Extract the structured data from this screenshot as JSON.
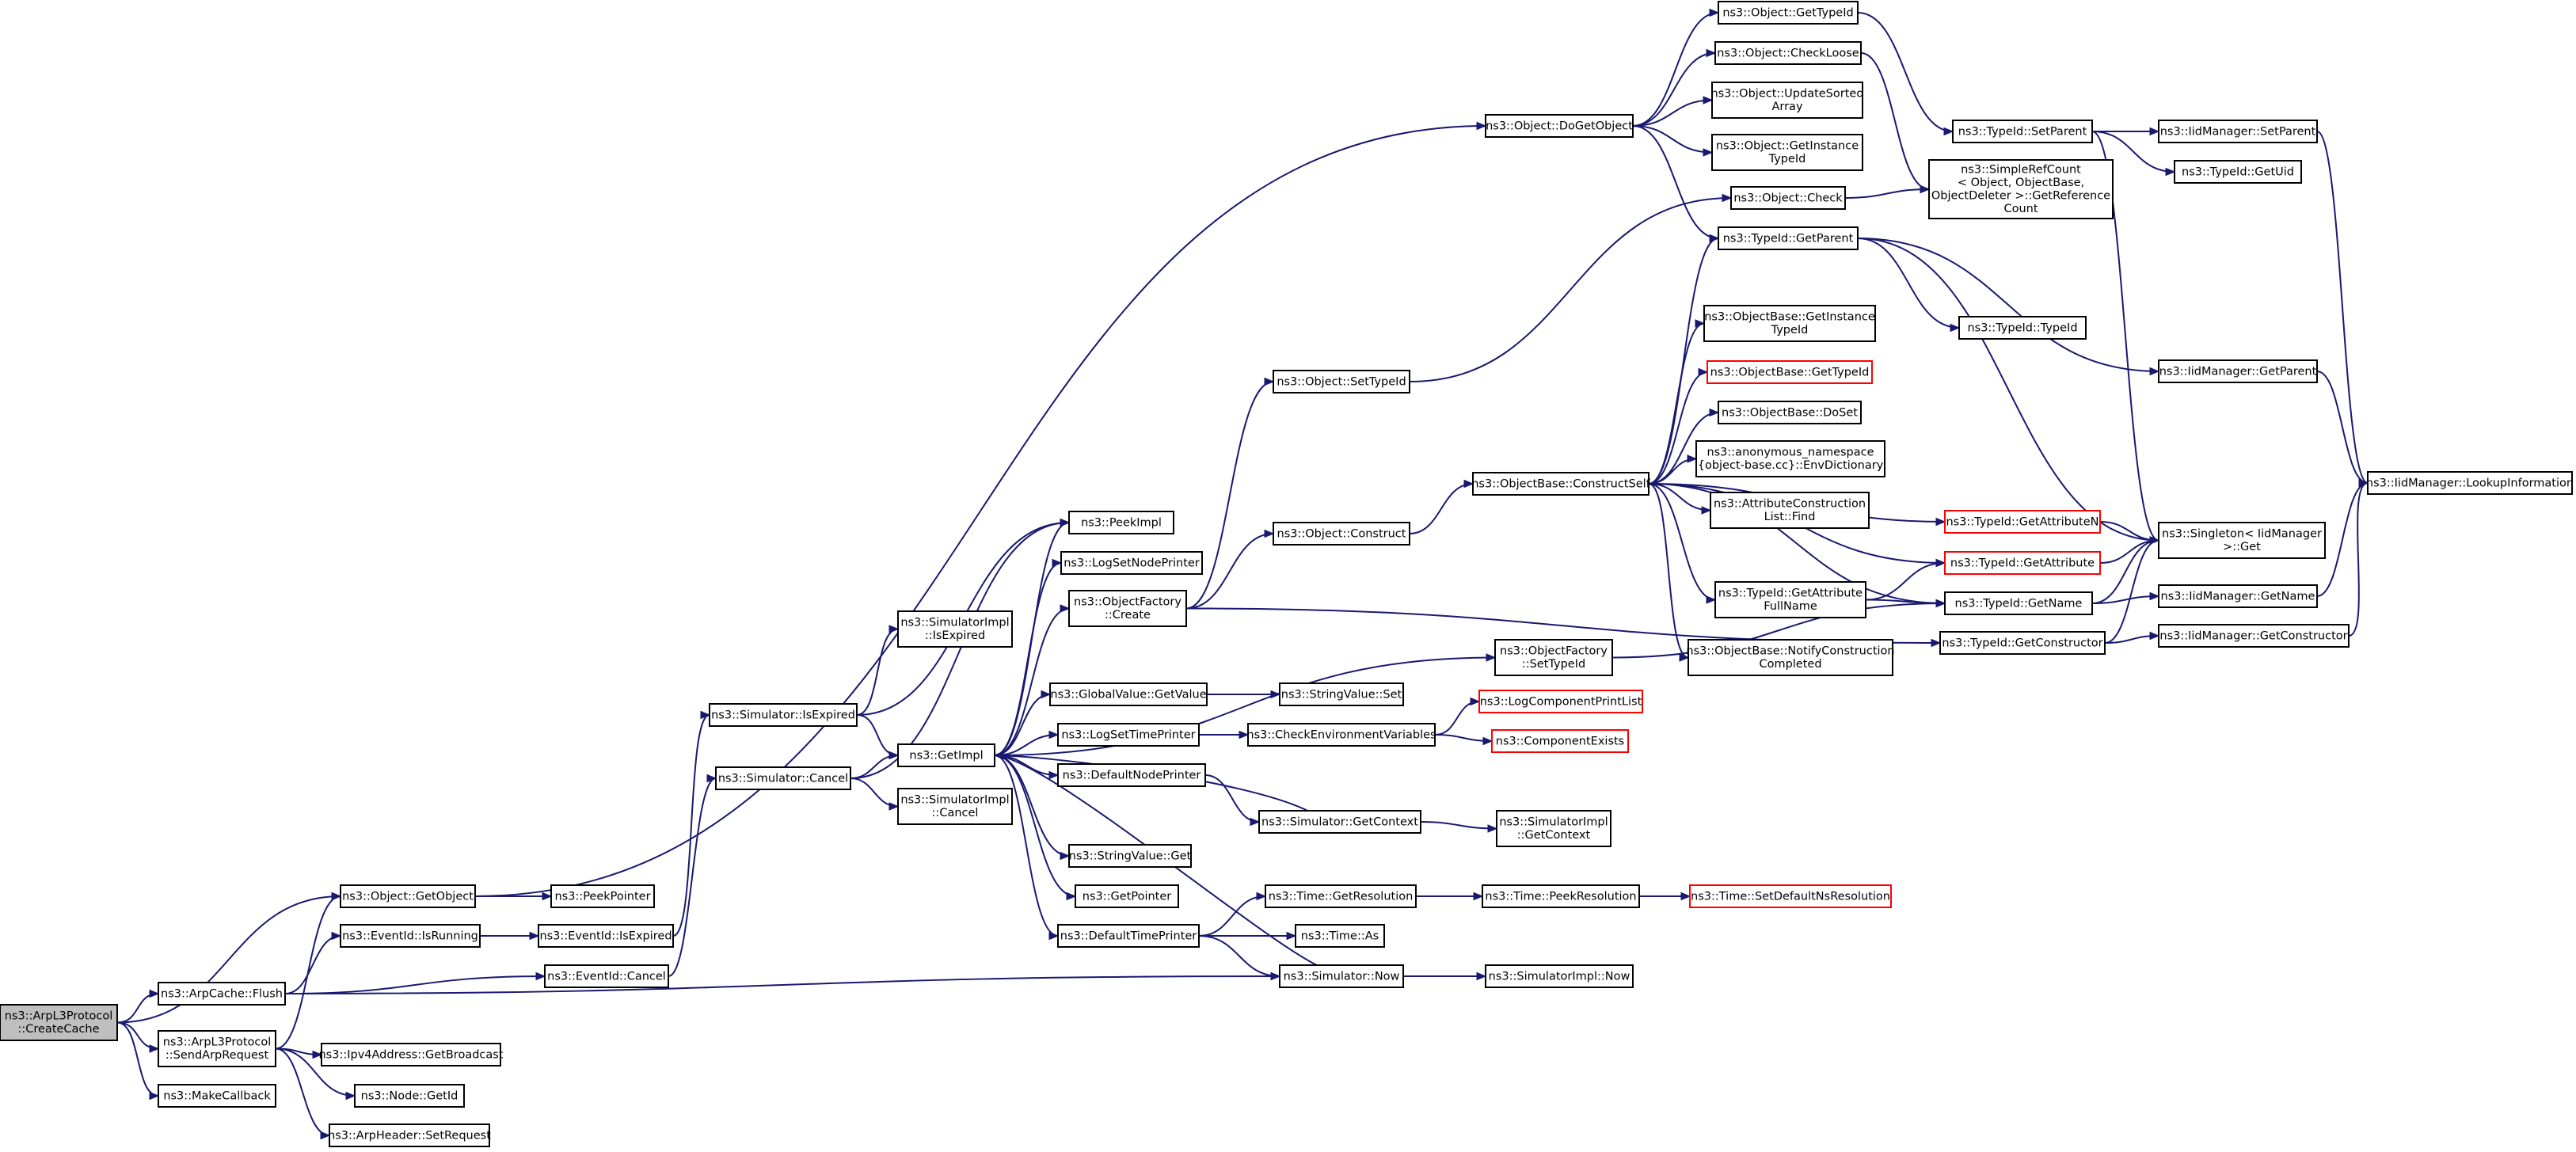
{
  "nodes": [
    {
      "id": "createcache",
      "lines": [
        "ns3::ArpL3Protocol",
        "::CreateCache"
      ],
      "style": "root"
    },
    {
      "id": "arpcache_flush",
      "lines": [
        "ns3::ArpCache::Flush"
      ],
      "style": "normal"
    },
    {
      "id": "sendarprequest",
      "lines": [
        "ns3::ArpL3Protocol",
        "::SendArpRequest"
      ],
      "style": "normal"
    },
    {
      "id": "makecallback",
      "lines": [
        "ns3::MakeCallback"
      ],
      "style": "normal"
    },
    {
      "id": "object_getobject",
      "lines": [
        "ns3::Object::GetObject"
      ],
      "style": "normal"
    },
    {
      "id": "eventid_isrunning",
      "lines": [
        "ns3::EventId::IsRunning"
      ],
      "style": "normal"
    },
    {
      "id": "ipv4_getbroadcast",
      "lines": [
        "ns3::Ipv4Address::GetBroadcast"
      ],
      "style": "normal"
    },
    {
      "id": "node_getid",
      "lines": [
        "ns3::Node::GetId"
      ],
      "style": "normal"
    },
    {
      "id": "arpheader_setrequest",
      "lines": [
        "ns3::ArpHeader::SetRequest"
      ],
      "style": "normal"
    },
    {
      "id": "peekpointer",
      "lines": [
        "ns3::PeekPointer"
      ],
      "style": "normal"
    },
    {
      "id": "eventid_isexpired",
      "lines": [
        "ns3::EventId::IsExpired"
      ],
      "style": "normal"
    },
    {
      "id": "eventid_cancel",
      "lines": [
        "ns3::EventId::Cancel"
      ],
      "style": "normal"
    },
    {
      "id": "simulator_isexpired",
      "lines": [
        "ns3::Simulator::IsExpired"
      ],
      "style": "normal"
    },
    {
      "id": "simulator_cancel",
      "lines": [
        "ns3::Simulator::Cancel"
      ],
      "style": "normal"
    },
    {
      "id": "simimpl_isexpired",
      "lines": [
        "ns3::SimulatorImpl",
        "::IsExpired"
      ],
      "style": "normal"
    },
    {
      "id": "getimpl",
      "lines": [
        "ns3::GetImpl"
      ],
      "style": "normal"
    },
    {
      "id": "simimpl_cancel",
      "lines": [
        "ns3::SimulatorImpl",
        "::Cancel"
      ],
      "style": "normal"
    },
    {
      "id": "peekimpl",
      "lines": [
        "ns3::PeekImpl"
      ],
      "style": "normal"
    },
    {
      "id": "logsetnodeprinter",
      "lines": [
        "ns3::LogSetNodePrinter"
      ],
      "style": "normal"
    },
    {
      "id": "objectfactory_create",
      "lines": [
        "ns3::ObjectFactory",
        "::Create"
      ],
      "style": "normal"
    },
    {
      "id": "globalvalue_getvalue",
      "lines": [
        "ns3::GlobalValue::GetValue"
      ],
      "style": "normal"
    },
    {
      "id": "logsettimeprinter",
      "lines": [
        "ns3::LogSetTimePrinter"
      ],
      "style": "normal"
    },
    {
      "id": "defaultnodeprinter",
      "lines": [
        "ns3::DefaultNodePrinter"
      ],
      "style": "normal"
    },
    {
      "id": "stringvalue_get",
      "lines": [
        "ns3::StringValue::Get"
      ],
      "style": "normal"
    },
    {
      "id": "getpointer",
      "lines": [
        "ns3::GetPointer"
      ],
      "style": "normal"
    },
    {
      "id": "defaulttimeprinter",
      "lines": [
        "ns3::DefaultTimePrinter"
      ],
      "style": "normal"
    },
    {
      "id": "object_settypeid",
      "lines": [
        "ns3::Object::SetTypeId"
      ],
      "style": "normal"
    },
    {
      "id": "object_construct",
      "lines": [
        "ns3::Object::Construct"
      ],
      "style": "normal"
    },
    {
      "id": "stringvalue_set",
      "lines": [
        "ns3::StringValue::Set"
      ],
      "style": "normal"
    },
    {
      "id": "checkenvvars",
      "lines": [
        "ns3::CheckEnvironmentVariables"
      ],
      "style": "normal"
    },
    {
      "id": "simulator_getcontext",
      "lines": [
        "ns3::Simulator::GetContext"
      ],
      "style": "normal"
    },
    {
      "id": "time_getresolution",
      "lines": [
        "ns3::Time::GetResolution"
      ],
      "style": "normal"
    },
    {
      "id": "time_as",
      "lines": [
        "ns3::Time::As"
      ],
      "style": "normal"
    },
    {
      "id": "simulator_now",
      "lines": [
        "ns3::Simulator::Now"
      ],
      "style": "normal"
    },
    {
      "id": "object_dogetobject",
      "lines": [
        "ns3::Object::DoGetObject"
      ],
      "style": "normal"
    },
    {
      "id": "objectbase_constructself",
      "lines": [
        "ns3::ObjectBase::ConstructSelf"
      ],
      "style": "normal"
    },
    {
      "id": "objectfactory_settypeid",
      "lines": [
        "ns3::ObjectFactory",
        "::SetTypeId"
      ],
      "style": "normal"
    },
    {
      "id": "logcomponentprintlist",
      "lines": [
        "ns3::LogComponentPrintList"
      ],
      "style": "red"
    },
    {
      "id": "componentexists",
      "lines": [
        "ns3::ComponentExists"
      ],
      "style": "red"
    },
    {
      "id": "simimpl_getcontext",
      "lines": [
        "ns3::SimulatorImpl",
        "::GetContext"
      ],
      "style": "normal"
    },
    {
      "id": "time_peekresolution",
      "lines": [
        "ns3::Time::PeekResolution"
      ],
      "style": "normal"
    },
    {
      "id": "simimpl_now",
      "lines": [
        "ns3::SimulatorImpl::Now"
      ],
      "style": "normal"
    },
    {
      "id": "object_gettypeid",
      "lines": [
        "ns3::Object::GetTypeId"
      ],
      "style": "normal"
    },
    {
      "id": "object_checkloose",
      "lines": [
        "ns3::Object::CheckLoose"
      ],
      "style": "normal"
    },
    {
      "id": "object_updatesortedarray",
      "lines": [
        "ns3::Object::UpdateSorted",
        "Array"
      ],
      "style": "normal"
    },
    {
      "id": "object_getinstancetypeid",
      "lines": [
        "ns3::Object::GetInstance",
        "TypeId"
      ],
      "style": "normal"
    },
    {
      "id": "object_check",
      "lines": [
        "ns3::Object::Check"
      ],
      "style": "normal"
    },
    {
      "id": "typeid_getparent",
      "lines": [
        "ns3::TypeId::GetParent"
      ],
      "style": "normal"
    },
    {
      "id": "objectbase_getinstancetypeid",
      "lines": [
        "ns3::ObjectBase::GetInstance",
        "TypeId"
      ],
      "style": "normal"
    },
    {
      "id": "objectbase_gettypeid",
      "lines": [
        "ns3::ObjectBase::GetTypeId"
      ],
      "style": "red"
    },
    {
      "id": "objectbase_doset",
      "lines": [
        "ns3::ObjectBase::DoSet"
      ],
      "style": "normal"
    },
    {
      "id": "anon_envdictionary",
      "lines": [
        "ns3::anonymous_namespace",
        "{object-base.cc}::EnvDictionary"
      ],
      "style": "normal"
    },
    {
      "id": "attrconstructionlist_find",
      "lines": [
        "ns3::AttributeConstruction",
        "List::Find"
      ],
      "style": "normal"
    },
    {
      "id": "typeid_getattributefullname",
      "lines": [
        "ns3::TypeId::GetAttribute",
        "FullName"
      ],
      "style": "normal"
    },
    {
      "id": "objectbase_notifyconstructioncompleted",
      "lines": [
        "ns3::ObjectBase::NotifyConstruction",
        "Completed"
      ],
      "style": "normal"
    },
    {
      "id": "time_setdefaultnsresolution",
      "lines": [
        "ns3::Time::SetDefaultNsResolution"
      ],
      "style": "red"
    },
    {
      "id": "typeid_setparent",
      "lines": [
        "ns3::TypeId::SetParent"
      ],
      "style": "normal"
    },
    {
      "id": "simplerefcount_getreferencecount",
      "lines": [
        "ns3::SimpleRefCount",
        "< Object, ObjectBase,",
        " ObjectDeleter >::GetReference",
        "Count"
      ],
      "style": "normal"
    },
    {
      "id": "typeid_typeid",
      "lines": [
        "ns3::TypeId::TypeId"
      ],
      "style": "normal"
    },
    {
      "id": "typeid_getattributen",
      "lines": [
        "ns3::TypeId::GetAttributeN"
      ],
      "style": "red"
    },
    {
      "id": "typeid_getattribute",
      "lines": [
        "ns3::TypeId::GetAttribute"
      ],
      "style": "red"
    },
    {
      "id": "typeid_getname",
      "lines": [
        "ns3::TypeId::GetName"
      ],
      "style": "normal"
    },
    {
      "id": "typeid_getconstructor",
      "lines": [
        "ns3::TypeId::GetConstructor"
      ],
      "style": "normal"
    },
    {
      "id": "iidmanager_setparent",
      "lines": [
        "ns3::IidManager::SetParent"
      ],
      "style": "normal"
    },
    {
      "id": "typeid_getuid",
      "lines": [
        "ns3::TypeId::GetUid"
      ],
      "style": "normal"
    },
    {
      "id": "iidmanager_getparent",
      "lines": [
        "ns3::IidManager::GetParent"
      ],
      "style": "normal"
    },
    {
      "id": "singleton_get",
      "lines": [
        "ns3::Singleton< IidManager",
        " >::Get"
      ],
      "style": "normal"
    },
    {
      "id": "iidmanager_getname",
      "lines": [
        "ns3::IidManager::GetName"
      ],
      "style": "normal"
    },
    {
      "id": "iidmanager_getconstructor",
      "lines": [
        "ns3::IidManager::GetConstructor"
      ],
      "style": "normal"
    },
    {
      "id": "iidmanager_lookupinformation",
      "lines": [
        "ns3::IidManager::LookupInformation"
      ],
      "style": "normal"
    }
  ],
  "edges": [
    [
      "createcache",
      "arpcache_flush"
    ],
    [
      "createcache",
      "sendarprequest"
    ],
    [
      "createcache",
      "makecallback"
    ],
    [
      "createcache",
      "object_getobject"
    ],
    [
      "arpcache_flush",
      "eventid_isrunning"
    ],
    [
      "arpcache_flush",
      "eventid_cancel"
    ],
    [
      "arpcache_flush",
      "simulator_now"
    ],
    [
      "sendarprequest",
      "object_getobject"
    ],
    [
      "sendarprequest",
      "ipv4_getbroadcast"
    ],
    [
      "sendarprequest",
      "node_getid"
    ],
    [
      "sendarprequest",
      "arpheader_setrequest"
    ],
    [
      "object_getobject",
      "peekpointer"
    ],
    [
      "object_getobject",
      "object_dogetobject"
    ],
    [
      "eventid_isrunning",
      "eventid_isexpired"
    ],
    [
      "eventid_isexpired",
      "simulator_isexpired"
    ],
    [
      "eventid_cancel",
      "simulator_cancel"
    ],
    [
      "simulator_isexpired",
      "simimpl_isexpired"
    ],
    [
      "simulator_isexpired",
      "getimpl"
    ],
    [
      "simulator_isexpired",
      "peekimpl"
    ],
    [
      "simulator_cancel",
      "getimpl"
    ],
    [
      "simulator_cancel",
      "simimpl_cancel"
    ],
    [
      "simulator_cancel",
      "peekimpl"
    ],
    [
      "getimpl",
      "peekimpl"
    ],
    [
      "getimpl",
      "logsetnodeprinter"
    ],
    [
      "getimpl",
      "objectfactory_create"
    ],
    [
      "getimpl",
      "globalvalue_getvalue"
    ],
    [
      "getimpl",
      "logsettimeprinter"
    ],
    [
      "getimpl",
      "defaultnodeprinter"
    ],
    [
      "getimpl",
      "stringvalue_get"
    ],
    [
      "getimpl",
      "getpointer"
    ],
    [
      "getimpl",
      "defaulttimeprinter"
    ],
    [
      "getimpl",
      "objectfactory_settypeid"
    ],
    [
      "objectfactory_create",
      "object_settypeid"
    ],
    [
      "objectfactory_create",
      "object_construct"
    ],
    [
      "objectfactory_create",
      "typeid_getconstructor"
    ],
    [
      "globalvalue_getvalue",
      "stringvalue_set"
    ],
    [
      "logsettimeprinter",
      "checkenvvars"
    ],
    [
      "defaultnodeprinter",
      "simulator_getcontext"
    ],
    [
      "defaulttimeprinter",
      "time_getresolution"
    ],
    [
      "defaulttimeprinter",
      "time_as"
    ],
    [
      "defaulttimeprinter",
      "simulator_now"
    ],
    [
      "checkenvvars",
      "logcomponentprintlist"
    ],
    [
      "checkenvvars",
      "componentexists"
    ],
    [
      "simulator_getcontext",
      "getimpl"
    ],
    [
      "simulator_getcontext",
      "simimpl_getcontext"
    ],
    [
      "time_getresolution",
      "time_peekresolution"
    ],
    [
      "time_peekresolution",
      "time_setdefaultnsresolution"
    ],
    [
      "simulator_now",
      "getimpl"
    ],
    [
      "simulator_now",
      "simimpl_now"
    ],
    [
      "object_settypeid",
      "object_check"
    ],
    [
      "object_construct",
      "objectbase_constructself"
    ],
    [
      "objectbase_constructself",
      "typeid_getparent"
    ],
    [
      "objectbase_constructself",
      "objectbase_getinstancetypeid"
    ],
    [
      "objectbase_constructself",
      "objectbase_gettypeid"
    ],
    [
      "objectbase_constructself",
      "objectbase_doset"
    ],
    [
      "objectbase_constructself",
      "anon_envdictionary"
    ],
    [
      "objectbase_constructself",
      "attrconstructionlist_find"
    ],
    [
      "objectbase_constructself",
      "typeid_getattributefullname"
    ],
    [
      "objectbase_constructself",
      "objectbase_notifyconstructioncompleted"
    ],
    [
      "objectbase_constructself",
      "typeid_getattributen"
    ],
    [
      "objectbase_constructself",
      "typeid_getattribute"
    ],
    [
      "objectbase_constructself",
      "typeid_getname"
    ],
    [
      "objectfactory_settypeid",
      "typeid_getname"
    ],
    [
      "object_dogetobject",
      "object_gettypeid"
    ],
    [
      "object_dogetobject",
      "object_checkloose"
    ],
    [
      "object_dogetobject",
      "object_updatesortedarray"
    ],
    [
      "object_dogetobject",
      "object_getinstancetypeid"
    ],
    [
      "object_dogetobject",
      "typeid_getparent"
    ],
    [
      "object_gettypeid",
      "typeid_setparent"
    ],
    [
      "object_checkloose",
      "simplerefcount_getreferencecount"
    ],
    [
      "object_check",
      "simplerefcount_getreferencecount"
    ],
    [
      "typeid_getparent",
      "typeid_typeid"
    ],
    [
      "typeid_getparent",
      "iidmanager_getparent"
    ],
    [
      "typeid_getparent",
      "singleton_get"
    ],
    [
      "typeid_getattributefullname",
      "typeid_getattribute"
    ],
    [
      "typeid_getattributefullname",
      "typeid_getname"
    ],
    [
      "typeid_getattributen",
      "singleton_get"
    ],
    [
      "typeid_getattribute",
      "singleton_get"
    ],
    [
      "typeid_getname",
      "singleton_get"
    ],
    [
      "typeid_getname",
      "iidmanager_getname"
    ],
    [
      "typeid_getconstructor",
      "singleton_get"
    ],
    [
      "typeid_getconstructor",
      "iidmanager_getconstructor"
    ],
    [
      "typeid_setparent",
      "iidmanager_setparent"
    ],
    [
      "typeid_setparent",
      "typeid_getuid"
    ],
    [
      "typeid_setparent",
      "singleton_get"
    ],
    [
      "iidmanager_setparent",
      "iidmanager_lookupinformation"
    ],
    [
      "iidmanager_getparent",
      "iidmanager_lookupinformation"
    ],
    [
      "iidmanager_getname",
      "iidmanager_lookupinformation"
    ],
    [
      "iidmanager_getconstructor",
      "iidmanager_lookupinformation"
    ]
  ]
}
